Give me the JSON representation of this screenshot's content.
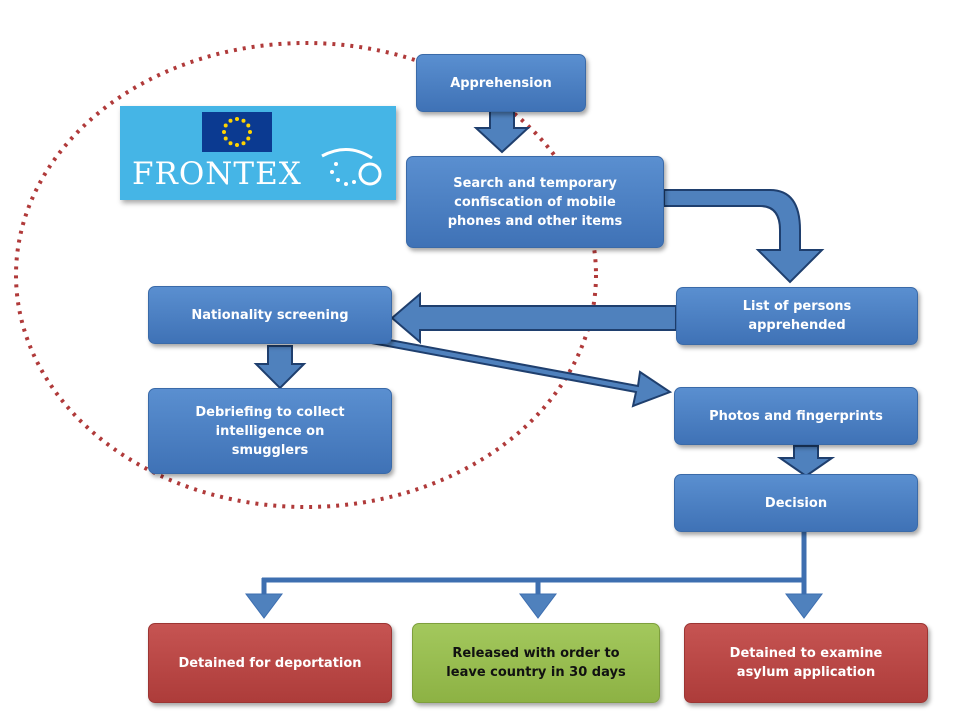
{
  "logo": {
    "text": "FRONTEX"
  },
  "nodes": {
    "apprehension": "Apprehension",
    "search": "Search and temporary\nconfiscation of mobile\nphones and other items",
    "list_persons": "List of persons\napprehended",
    "nationality_screening": "Nationality screening",
    "debriefing": "Debriefing to collect\nintelligence on\nsmugglers",
    "photos": "Photos and fingerprints",
    "decision": "Decision",
    "deportation": "Detained for deportation",
    "released": "Released with order to\nleave country  in 30 days",
    "asylum": "Detained to examine\nasylum application"
  },
  "colors": {
    "node_blue": "#4f81bd",
    "node_red": "#c0504d",
    "node_green": "#9bbb59",
    "arrow": "#3e6fb0",
    "dotted_circle": "#b03a3a",
    "logo_bg": "#45b5e6",
    "flag": "#0b3a91",
    "stars": "#ffd400"
  }
}
